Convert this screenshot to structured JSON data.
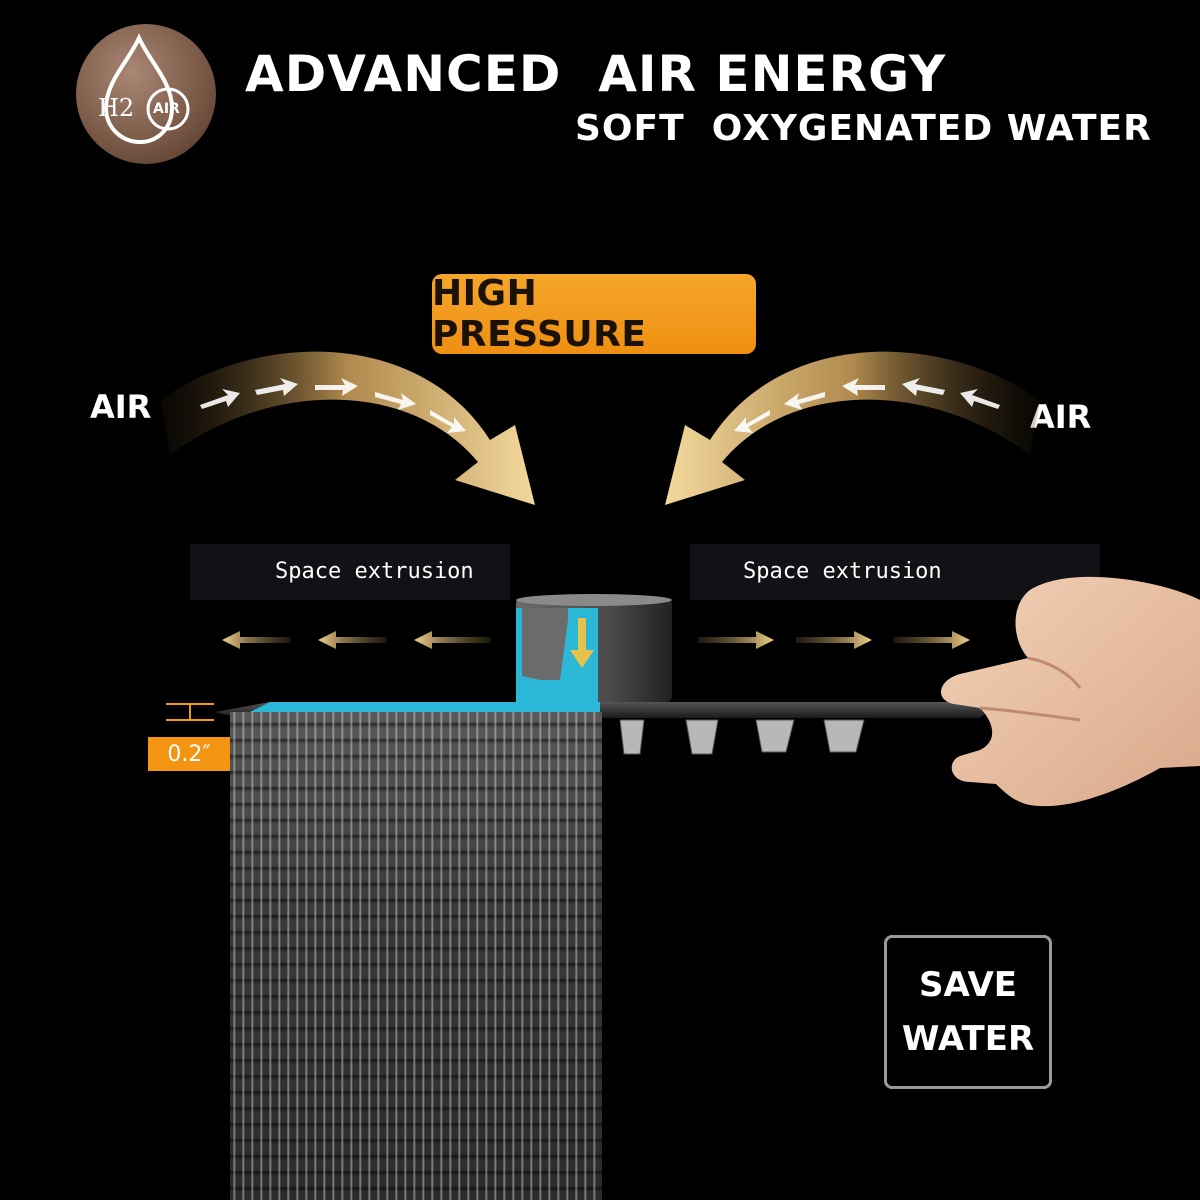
{
  "logo": {
    "h2_text": "H2",
    "air_text": "AIR"
  },
  "header": {
    "title": "ADVANCED  AIR ENERGY",
    "subtitle": "SOFT  OXYGENATED WATER"
  },
  "badge": {
    "pressure": "HIGH PRESSURE"
  },
  "air_labels": {
    "left": "AIR",
    "right": "AIR"
  },
  "extrusion": {
    "left": "Space extrusion",
    "right": "Space extrusion"
  },
  "gap": {
    "label": "0.2″"
  },
  "save": {
    "line1": "SAVE",
    "line2": "WATER"
  },
  "colors": {
    "accent_orange": "#f39412",
    "arrow_gold": "#e7c27a",
    "cyan": "#27b6d3",
    "logo_brown": "#7c5a48"
  },
  "icons": {
    "logo": "water-drop-icon",
    "hand": "hand-icon",
    "showerhead": "showerhead-icon"
  }
}
